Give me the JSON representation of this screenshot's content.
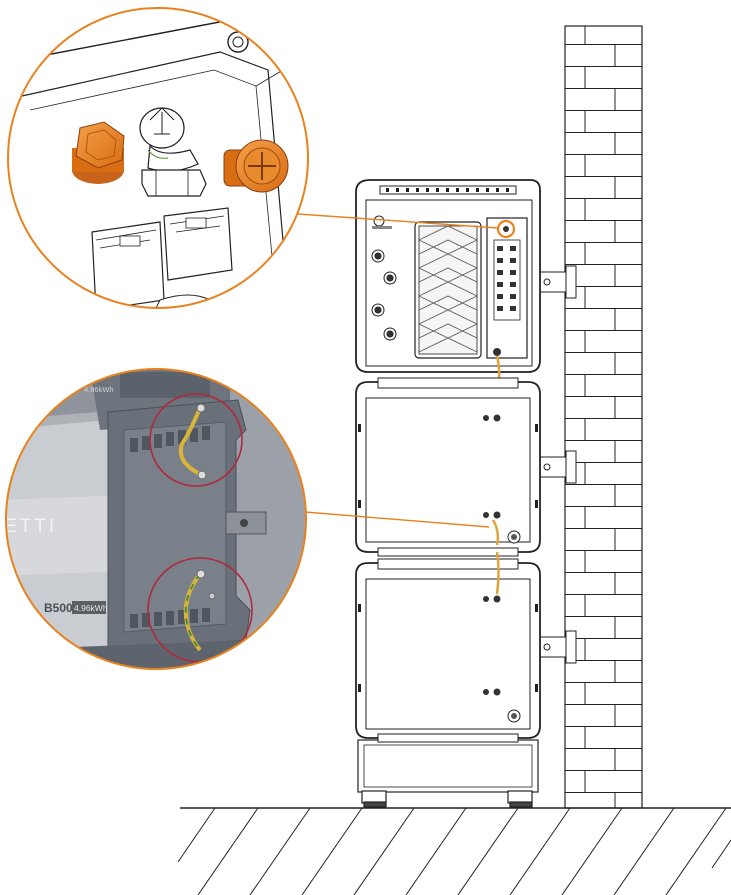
{
  "labels": {
    "brand_fragment": "ETTI",
    "model": "B500",
    "capacity_badge": "4.96kWh"
  },
  "colors": {
    "accent_orange": "#e8821e",
    "cable_yellow": "#e2a43a",
    "ground_green": "#6a9a3a",
    "highlight_red": "#b0283a",
    "line": "#222222",
    "photo_bg": "#8a8f98"
  },
  "icons": {
    "grounding_screw": "ground-screw-icon",
    "cable_gland": "cable-gland-icon"
  }
}
